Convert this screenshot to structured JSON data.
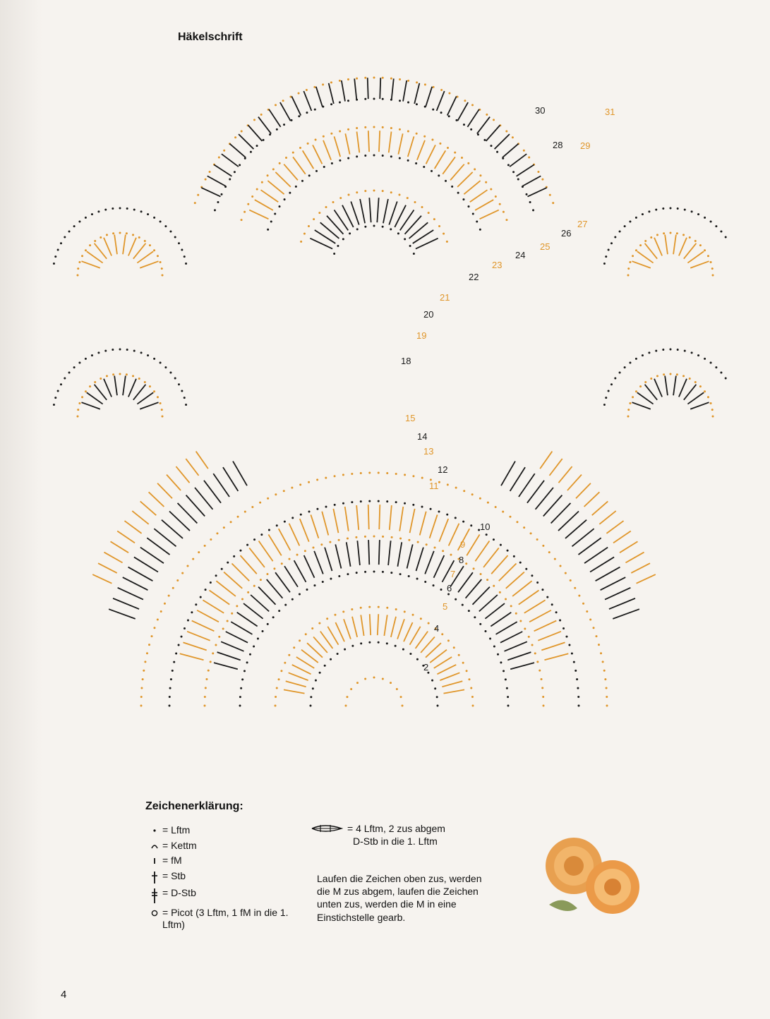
{
  "title": "Häkelschrift",
  "page_number": "4",
  "chart": {
    "rounds": [
      "2",
      "4",
      "5",
      "6",
      "7",
      "8",
      "9",
      "10",
      "11",
      "12",
      "13",
      "14",
      "15",
      "18",
      "19",
      "20",
      "21",
      "22",
      "23",
      "24",
      "25",
      "26",
      "27",
      "28",
      "29",
      "30",
      "31"
    ],
    "colors": {
      "dark": "#1a1a1a",
      "orange": "#e0962a",
      "paper": "#f6f3ef"
    }
  },
  "legend": {
    "heading": "Zeichenerklärung:",
    "items": [
      {
        "icon": "dot-icon",
        "text": "= Lftm"
      },
      {
        "icon": "arc-icon",
        "text": "= Kettm"
      },
      {
        "icon": "short-bar-icon",
        "text": "= fM"
      },
      {
        "icon": "stb-icon",
        "text": "= Stb"
      },
      {
        "icon": "dstb-icon",
        "text": "= D-Stb"
      },
      {
        "icon": "picot-icon",
        "text": "= Picot (3 Lftm, 1 fM in die 1. Lftm)"
      }
    ],
    "cluster": {
      "icon": "cluster-icon",
      "text1": "= 4 Lftm, 2 zus abgem",
      "text2": "D-Stb in die 1. Lftm"
    }
  },
  "note": "Laufen die Zeichen oben zus, werden die M zus abgem, laufen die Zeichen unten zus, werden die M in eine Einstichstelle gearb."
}
